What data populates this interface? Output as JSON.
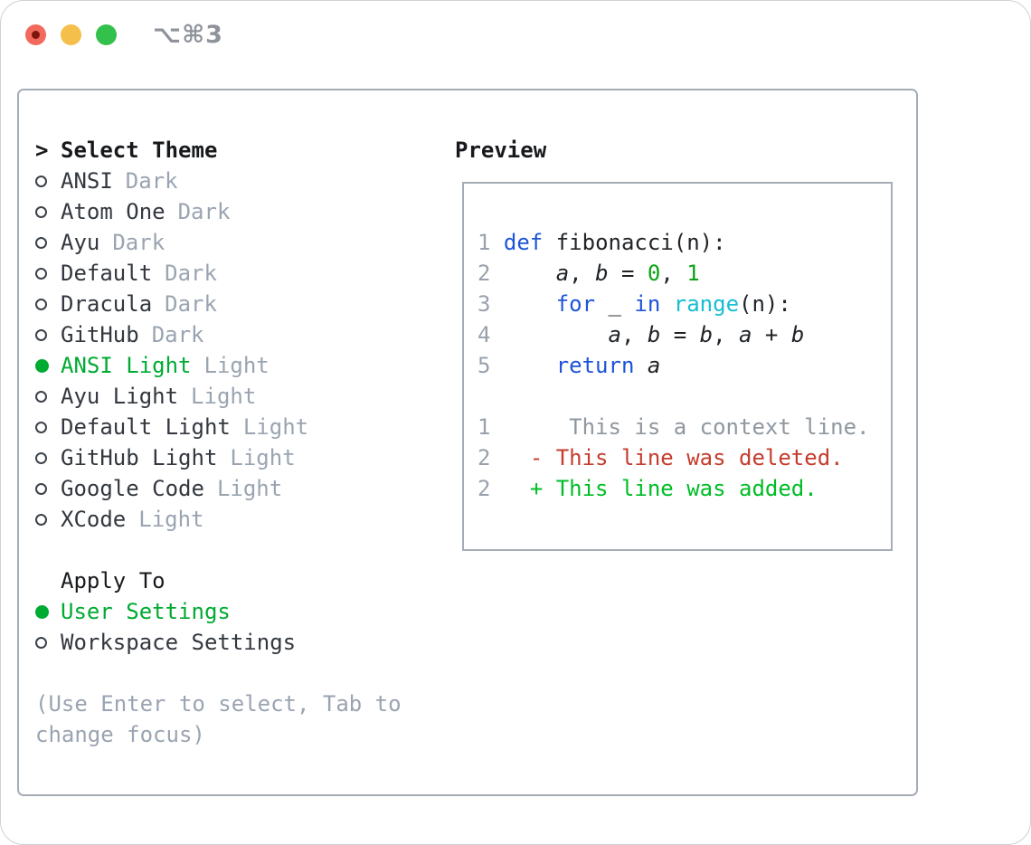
{
  "titlebar": {
    "title": "⌥⌘3",
    "icons": [
      "close-button",
      "minimize-button",
      "zoom-button"
    ]
  },
  "colors": {
    "accent_green": "#00ab32",
    "keyword_blue": "#1d54d8",
    "literal_green": "#0ca314",
    "function_cyan": "#16bed2",
    "deleted_red": "#c53c2d",
    "added_green": "#00bd25",
    "muted_gray": "#9aa4b1",
    "line_number_gray": "#99a1ac",
    "context_gray": "#8f979f",
    "text_dark": "#33383f",
    "heading_black": "#17191c",
    "border_gray": "#a6adb7",
    "traffic_red": "#f16a5d",
    "traffic_yellow": "#f5bf4b",
    "traffic_green": "#33c14b",
    "titlebar_gray": "#8e939a"
  },
  "selector": {
    "cursor": ">",
    "header": "Select Theme",
    "icons": {
      "radio_unchecked": "circle-outline",
      "radio_checked": "circle-filled-green"
    },
    "themes": [
      {
        "name": "ANSI",
        "variant": "Dark",
        "selected": false
      },
      {
        "name": "Atom One",
        "variant": "Dark",
        "selected": false
      },
      {
        "name": "Ayu",
        "variant": "Dark",
        "selected": false
      },
      {
        "name": "Default",
        "variant": "Dark",
        "selected": false
      },
      {
        "name": "Dracula",
        "variant": "Dark",
        "selected": false
      },
      {
        "name": "GitHub",
        "variant": "Dark",
        "selected": false
      },
      {
        "name": "ANSI Light",
        "variant": "Light",
        "selected": true
      },
      {
        "name": "Ayu Light",
        "variant": "Light",
        "selected": false
      },
      {
        "name": "Default Light",
        "variant": "Light",
        "selected": false
      },
      {
        "name": "GitHub Light",
        "variant": "Light",
        "selected": false
      },
      {
        "name": "Google Code",
        "variant": "Light",
        "selected": false
      },
      {
        "name": "XCode",
        "variant": "Light",
        "selected": false
      }
    ],
    "apply_to": {
      "header": "Apply To",
      "options": [
        {
          "label": "User Settings",
          "selected": true
        },
        {
          "label": "Workspace Settings",
          "selected": false
        }
      ]
    },
    "help_lines": [
      "(Use Enter to select, Tab to",
      "change focus)"
    ]
  },
  "preview": {
    "header": "Preview",
    "lines": [
      [
        {
          "tok": "num",
          "t": "1"
        },
        {
          "tok": "plain",
          "t": " "
        },
        {
          "tok": "kw",
          "t": "def"
        },
        {
          "tok": "plain",
          "t": " fibonacci(n):"
        }
      ],
      [
        {
          "tok": "num",
          "t": "2"
        },
        {
          "tok": "plain",
          "t": "     "
        },
        {
          "tok": "var",
          "t": "a"
        },
        {
          "tok": "plain",
          "t": ", "
        },
        {
          "tok": "var",
          "t": "b"
        },
        {
          "tok": "plain",
          "t": " = "
        },
        {
          "tok": "lit",
          "t": "0"
        },
        {
          "tok": "plain",
          "t": ", "
        },
        {
          "tok": "lit",
          "t": "1"
        }
      ],
      [
        {
          "tok": "num",
          "t": "3"
        },
        {
          "tok": "plain",
          "t": "     "
        },
        {
          "tok": "kw",
          "t": "for"
        },
        {
          "tok": "plain",
          "t": " _ "
        },
        {
          "tok": "kw",
          "t": "in"
        },
        {
          "tok": "plain",
          "t": " "
        },
        {
          "tok": "fn",
          "t": "range"
        },
        {
          "tok": "plain",
          "t": "(n):"
        }
      ],
      [
        {
          "tok": "num",
          "t": "4"
        },
        {
          "tok": "plain",
          "t": "         "
        },
        {
          "tok": "var",
          "t": "a"
        },
        {
          "tok": "plain",
          "t": ", "
        },
        {
          "tok": "var",
          "t": "b"
        },
        {
          "tok": "plain",
          "t": " = "
        },
        {
          "tok": "var",
          "t": "b"
        },
        {
          "tok": "plain",
          "t": ", "
        },
        {
          "tok": "var",
          "t": "a"
        },
        {
          "tok": "plain",
          "t": " + "
        },
        {
          "tok": "var",
          "t": "b"
        }
      ],
      [
        {
          "tok": "num",
          "t": "5"
        },
        {
          "tok": "plain",
          "t": "     "
        },
        {
          "tok": "kw",
          "t": "return"
        },
        {
          "tok": "plain",
          "t": " "
        },
        {
          "tok": "var",
          "t": "a"
        }
      ],
      [],
      [
        {
          "tok": "num",
          "t": "1"
        },
        {
          "tok": "plain",
          "t": "      "
        },
        {
          "tok": "ctx",
          "t": "This is a context line."
        }
      ],
      [
        {
          "tok": "num",
          "t": "2"
        },
        {
          "tok": "plain",
          "t": "   "
        },
        {
          "tok": "del",
          "t": "- This line was deleted."
        }
      ],
      [
        {
          "tok": "num",
          "t": "2"
        },
        {
          "tok": "plain",
          "t": "   "
        },
        {
          "tok": "add",
          "t": "+ This line was added."
        }
      ]
    ]
  }
}
